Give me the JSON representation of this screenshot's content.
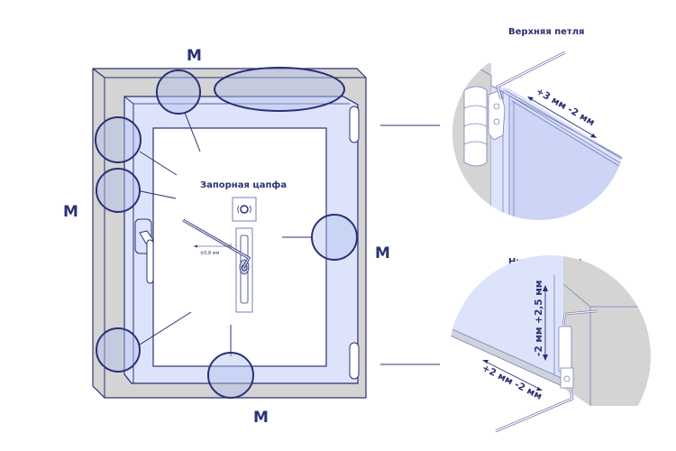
{
  "diagram": {
    "adjustment_marker": "M",
    "markers": {
      "top": "M",
      "left": "M",
      "right": "M",
      "bottom": "M"
    },
    "lock_pin": {
      "title": "Запорная цапфа",
      "tolerance": "±0,8 мм"
    },
    "upper_hinge": {
      "title": "Верхняя петля",
      "tolerance": "+3 мм -2 мм"
    },
    "lower_hinge": {
      "title": "Нижняя петля",
      "vertical_tolerance": "-2 мм +2,5 мм",
      "horizontal_tolerance": "+2 мм -2 мм"
    },
    "colors": {
      "outline": "#2b3175",
      "frame_gray": "#d4d4d4",
      "sash_blue": "#dde3fb",
      "highlight_blue": "rgba(180,192,235,0.45)"
    }
  }
}
